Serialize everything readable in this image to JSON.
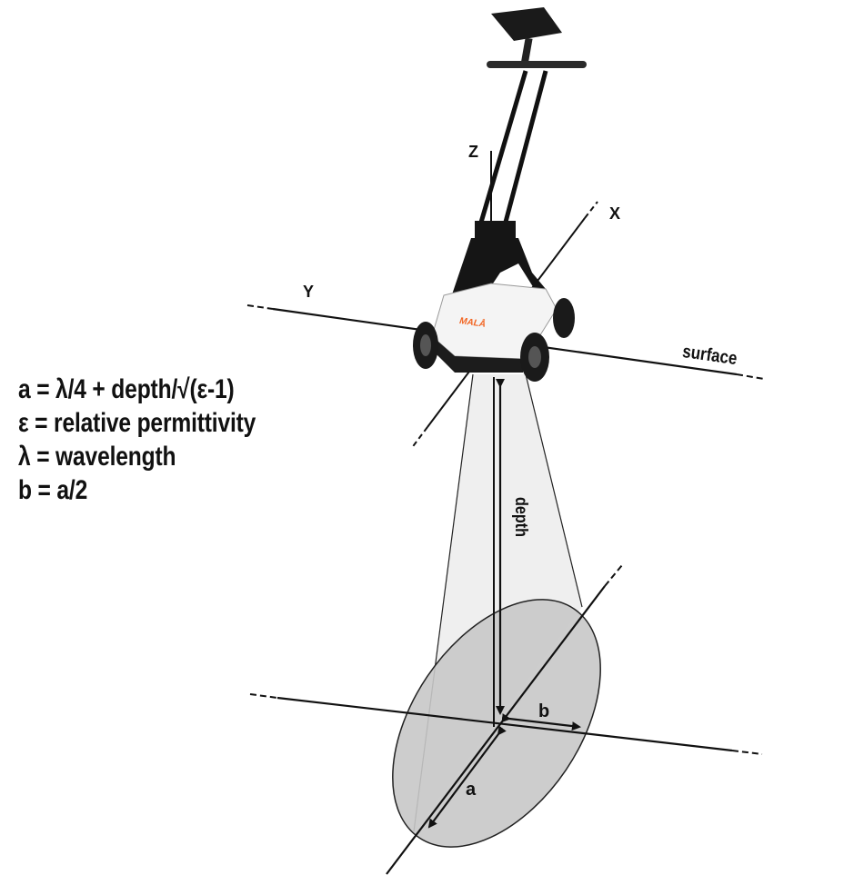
{
  "formulas": [
    "a = λ/4 + depth/√(ε-1)",
    "ε = relative permittivity",
    "λ = wavelength",
    "b = a/2"
  ],
  "labels": {
    "z_axis": "Z",
    "x_axis": "X",
    "y_axis": "Y",
    "surface": "surface",
    "depth": "depth",
    "a": "a",
    "b": "b"
  },
  "device": {
    "brand": "MALÅ",
    "brand_color": "#f26522"
  },
  "colors": {
    "footprint_fill": "#c8c8c8",
    "beam_fill": "#efefef",
    "line": "#111111"
  }
}
